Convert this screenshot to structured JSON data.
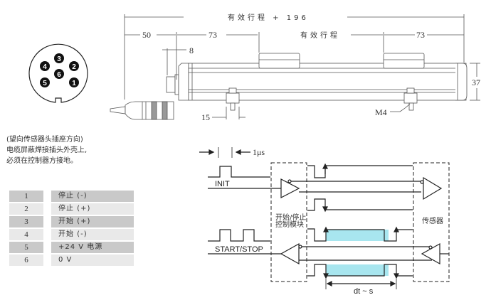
{
  "connector": {
    "pins": [
      "1",
      "2",
      "3",
      "4",
      "5",
      "6"
    ]
  },
  "dimensions": {
    "total": "有效行程 + 196",
    "left_offset": "50",
    "left_carriage": "73",
    "stroke": "有效行程",
    "right_carriage": "73",
    "connector_offset": "8",
    "height": "37",
    "foot_width": "15",
    "screw": "M4"
  },
  "notes": [
    "(望向传感器头插座方向)",
    "电缆屏蔽焊接插头外壳上,",
    "必须在控制器方接地。"
  ],
  "pin_table": [
    {
      "pin": "1",
      "function": "停止 (-)"
    },
    {
      "pin": "2",
      "function": "停止 (+)"
    },
    {
      "pin": "3",
      "function": "开始 (+)"
    },
    {
      "pin": "4",
      "function": "开始 (-)"
    },
    {
      "pin": "5",
      "function": "+24 V 电源"
    },
    {
      "pin": "6",
      "function": "0 V"
    }
  ],
  "timing": {
    "pulse_width": "1μs",
    "init_label": "INIT",
    "startstop_label": "START/STOP",
    "controller_label_1": "开始/停止",
    "controller_label_2": "控制模块",
    "sensor_label": "传感器",
    "dt_label": "dt ~ s",
    "highlight_color": "#a8e6ef"
  }
}
